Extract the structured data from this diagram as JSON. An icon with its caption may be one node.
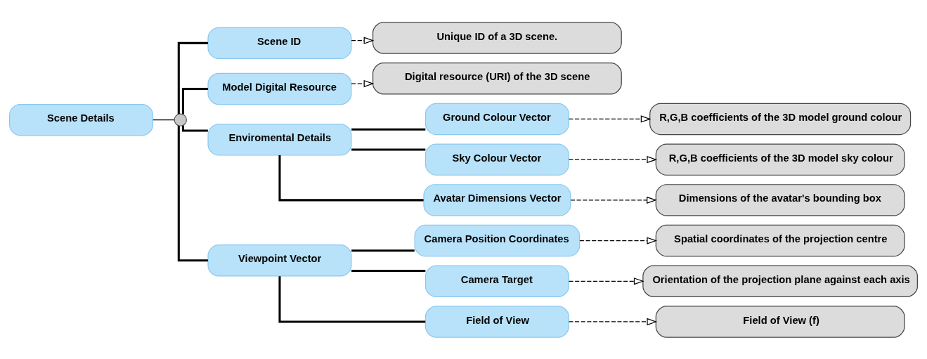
{
  "diagram": {
    "nodes": [
      {
        "text": [
          "Scene Details"
        ]
      },
      {
        "text": [],
        "shape": "circle"
      },
      {
        "text": [
          "Scene ID"
        ]
      },
      {
        "text": [
          "Unique ID of a 3D scene."
        ]
      },
      {
        "text": [
          "Model Digital Resource"
        ]
      },
      {
        "text": [
          "Digital resource (URI) of the 3D scene"
        ]
      },
      {
        "text": [
          "Enviromental Details"
        ]
      },
      {
        "text": [
          "Ground Colour Vector"
        ]
      },
      {
        "text": [
          "R,G,B coefficients of the 3D model ground colour"
        ]
      },
      {
        "text": [
          "Sky Colour Vector"
        ]
      },
      {
        "text": [
          "R,G,B coefficients of the 3D model sky colour"
        ]
      },
      {
        "text": [
          "Avatar Dimensions Vector"
        ]
      },
      {
        "text": [
          "Dimensions of the avatar's bounding box"
        ]
      },
      {
        "text": [
          "Viewpoint Vector"
        ]
      },
      {
        "text": [
          "Camera Position Coordinates"
        ]
      },
      {
        "text": [
          "Spatial coordinates of the projection centre"
        ]
      },
      {
        "text": [
          "Camera Target"
        ]
      },
      {
        "text": [
          "Orientation of the projection plane against each axis"
        ]
      },
      {
        "text": [
          "Field of View"
        ]
      },
      {
        "text": [
          "Field of View (f)"
        ]
      }
    ],
    "edges": [
      {
        "from": 0,
        "to": 1,
        "arrow": "none"
      },
      {
        "from": 1,
        "to": 2,
        "arrow": "none"
      },
      {
        "from": 2,
        "to": 3,
        "arrow": "to",
        "style": "dashed"
      },
      {
        "from": 1,
        "to": 4,
        "arrow": "none"
      },
      {
        "from": 4,
        "to": 5,
        "arrow": "to",
        "style": "dashed"
      },
      {
        "from": 1,
        "to": 6,
        "arrow": "none"
      },
      {
        "from": 6,
        "to": 7,
        "arrow": "none"
      },
      {
        "from": 7,
        "to": 8,
        "arrow": "to",
        "style": "dashed"
      },
      {
        "from": 6,
        "to": 9,
        "arrow": "none"
      },
      {
        "from": 9,
        "to": 10,
        "arrow": "to",
        "style": "dashed"
      },
      {
        "from": 6,
        "to": 11,
        "arrow": "none"
      },
      {
        "from": 11,
        "to": 12,
        "arrow": "to",
        "style": "dashed"
      },
      {
        "from": 1,
        "to": 13,
        "arrow": "none"
      },
      {
        "from": 13,
        "to": 14,
        "arrow": "none"
      },
      {
        "from": 14,
        "to": 15,
        "arrow": "to",
        "style": "dashed"
      },
      {
        "from": 13,
        "to": 16,
        "arrow": "none"
      },
      {
        "from": 16,
        "to": 17,
        "arrow": "to",
        "style": "dashed"
      },
      {
        "from": 13,
        "to": 18,
        "arrow": "none"
      },
      {
        "from": 18,
        "to": 19,
        "arrow": "to",
        "style": "dashed"
      }
    ]
  }
}
